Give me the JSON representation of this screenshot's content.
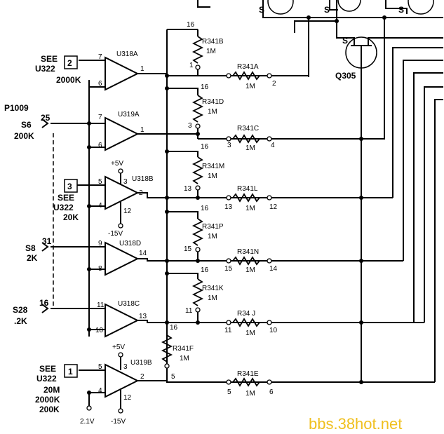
{
  "opamps": [
    {
      "ref": "U318A",
      "pin_in_top": "7",
      "pin_in_bot": "6",
      "pin_out": "1"
    },
    {
      "ref": "U319A",
      "pin_in_top": "7",
      "pin_in_bot": "6",
      "pin_out": "1"
    },
    {
      "ref": "U318B",
      "pin_in_top": "5",
      "pin_in_bot": "4",
      "pin_out": "2",
      "pin_vp": "3",
      "pin_vn": "12"
    },
    {
      "ref": "U318D",
      "pin_in_top": "9",
      "pin_in_bot": "8",
      "pin_out": "14"
    },
    {
      "ref": "U318C",
      "pin_in_top": "11",
      "pin_in_bot": "10",
      "pin_out": "13"
    },
    {
      "ref": "U319B",
      "pin_in_top": "5",
      "pin_in_bot": "4",
      "pin_out": "2",
      "pin_vp": "3",
      "pin_vn": "12"
    }
  ],
  "feedback_resistors": [
    {
      "ref": "R341B",
      "value": "1M",
      "pin_top": "16",
      "pin_bot": "1"
    },
    {
      "ref": "R341D",
      "value": "1M",
      "pin_top": "16",
      "pin_bot": "3"
    },
    {
      "ref": "R341M",
      "value": "1M",
      "pin_top": "16",
      "pin_bot": "13"
    },
    {
      "ref": "R341P",
      "value": "1M",
      "pin_top": "16",
      "pin_bot": "15"
    },
    {
      "ref": "R341K",
      "value": "1M",
      "pin_top": "16",
      "pin_bot": "11"
    },
    {
      "ref": "R341F",
      "value": "1M",
      "pin_top": "16",
      "pin_bot": "5"
    }
  ],
  "series_resistors": [
    {
      "ref": "R341A",
      "value": "1M",
      "pin_left": "",
      "pin_right": "2"
    },
    {
      "ref": "R341C",
      "value": "1M",
      "pin_left": "3",
      "pin_right": "4"
    },
    {
      "ref": "R341L",
      "value": "1M",
      "pin_left": "13",
      "pin_right": "12"
    },
    {
      "ref": "R341N",
      "value": "1M",
      "pin_left": "15",
      "pin_right": "14"
    },
    {
      "ref": "R34 J",
      "value": "1M",
      "pin_left": "11",
      "pin_right": "10"
    },
    {
      "ref": "R341E",
      "value": "1M",
      "pin_left": "5",
      "pin_right": "6"
    }
  ],
  "inputs": {
    "see1_line1": "SEE",
    "see1_line2": "U322",
    "see1_box": "2",
    "see1_range": "2000K",
    "p1009": "P1009",
    "s6_pin": "25",
    "s6_label": "S6",
    "s6_range": "200K",
    "see2_box": "3",
    "see2_line1": "SEE",
    "see2_line2": "U322",
    "see2_range": "20K",
    "s8_pin": "31",
    "s8_label": "S8",
    "s8_range": "2K",
    "s28_pin": "16",
    "s28_label": "S28",
    "s28_range": ".2K",
    "see3_line1": "SEE",
    "see3_line2": "U322",
    "see3_box": "1",
    "see3_r1": "20M",
    "see3_r2": "2000K",
    "see3_r3": "200K"
  },
  "supplies": {
    "plus5_a": "+5V",
    "minus15_a": "-15V",
    "plus5_b": "+5V",
    "minus15_b": "-15V",
    "bottom_left": "2.1V",
    "bottom_right": "-15V"
  },
  "transistors": {
    "q305": "Q305",
    "s_label": "S"
  },
  "watermark": "bbs.38hot.net"
}
